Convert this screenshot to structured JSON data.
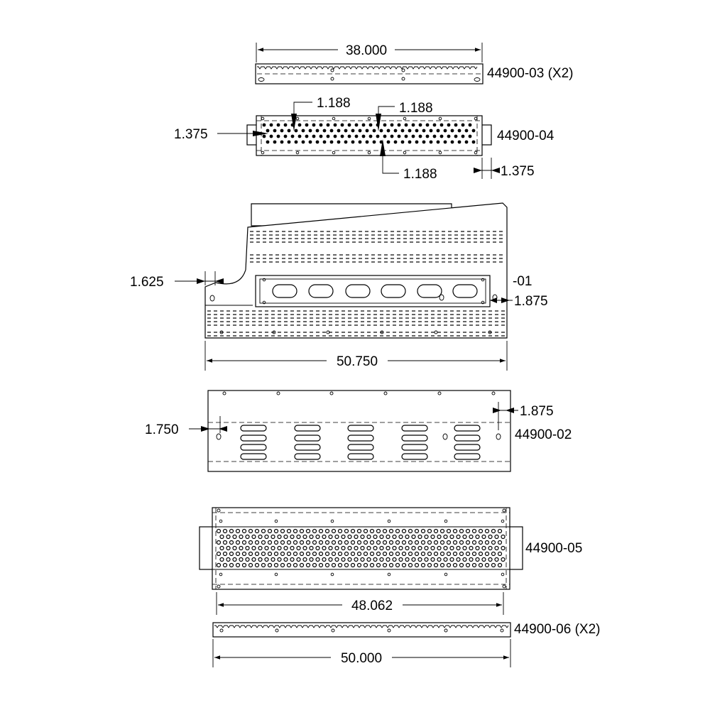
{
  "dimensions": {
    "d38": "38.000",
    "d1188a": "1.188",
    "d1188b": "1.188",
    "d1188c": "1.188",
    "d1375a": "1.375",
    "d1375b": "1.375",
    "d1625": "1.625",
    "d1875a": "1.875",
    "d50750": "50.750",
    "d1875b": "1.875",
    "d1750": "1.750",
    "d48062": "48.062",
    "d50000": "50.000"
  },
  "parts": {
    "p03": "44900-03 (X2)",
    "p04": "44900-04",
    "p01": "-01",
    "p02": "44900-02",
    "p05": "44900-05",
    "p06": "44900-06 (X2)"
  }
}
